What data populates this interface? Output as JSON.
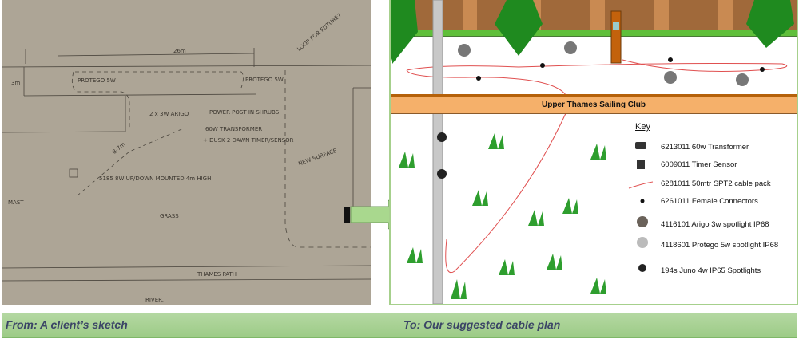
{
  "sketch": {
    "caption": "From: A client’s sketch",
    "notes": {
      "width": "26m",
      "depth": "3m",
      "protego_left": "PROTEGO 5W",
      "protego_right": "PROTEGO 5W",
      "loop": "LOOP FOR FUTURE?",
      "arigo": "2 x 3W ARIGO",
      "power_post": "POWER POST IN SHRUBS",
      "transformer": "60W TRANSFORMER",
      "timer": "+ DUSK 2 DAWN TIMER/SENSOR",
      "distance": "8-7m",
      "mast": "MAST",
      "spot": "5185 8W UP/DOWN MOUNTED 4m HIGH",
      "new_surface": "NEW SURFACE",
      "grass": "GRASS",
      "path": "THAMES PATH",
      "river": "RIVER."
    }
  },
  "plan": {
    "caption": "To: Our suggested cable plan",
    "banner": "Upper Thames Sailing Club",
    "key_title": "Key",
    "key": [
      {
        "icon": "transformer-icon",
        "label": "6213011 60w Transformer"
      },
      {
        "icon": "timer-sensor-icon",
        "label": "6009011 Timer Sensor"
      },
      {
        "icon": "cable-icon",
        "label": "6281011 50mtr SPT2 cable pack"
      },
      {
        "icon": "connector-icon",
        "label": "6261011 Female Connectors"
      },
      {
        "icon": "arigo-spotlight-icon",
        "label": "4116101 Arigo 3w spotlight IP68"
      },
      {
        "icon": "protego-spotlight-icon",
        "label": "4118601 Protego 5w spotlight IP68"
      },
      {
        "icon": "juno-spotlight-icon",
        "label": "194s Juno 4w IP65 Spotlights"
      }
    ],
    "colors": {
      "cable": "#e05050",
      "banner": "#f5b06a",
      "grass": "#2e9e2e"
    }
  }
}
